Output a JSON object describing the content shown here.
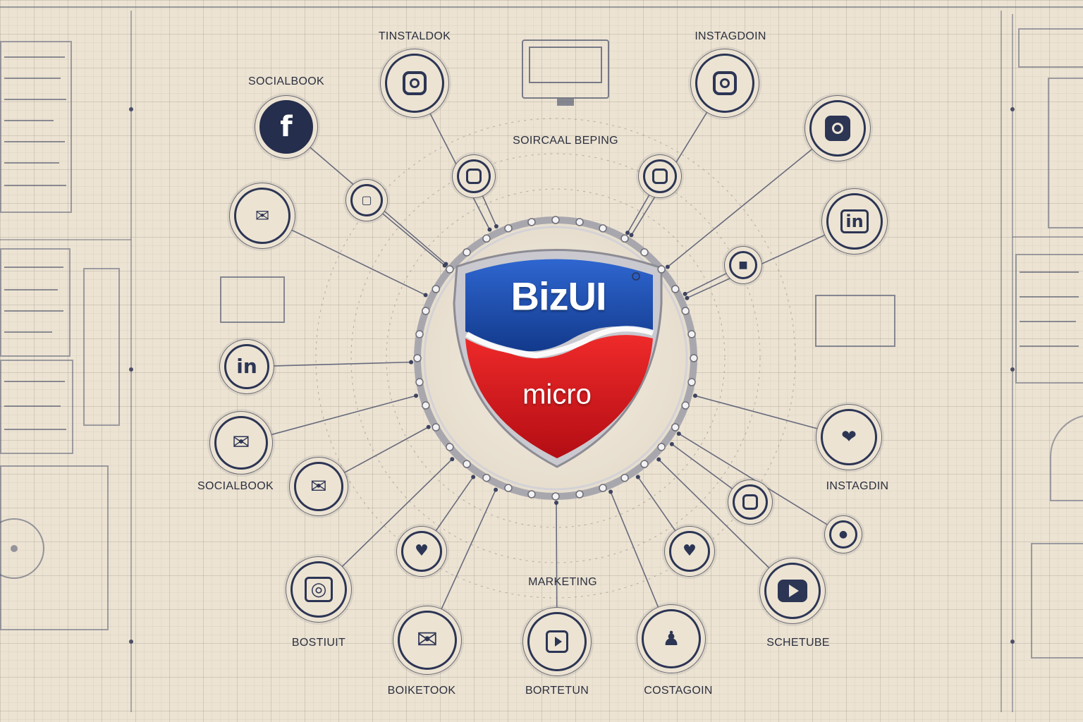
{
  "center": {
    "title": "BizUI",
    "subtitle": "micro",
    "colors": {
      "blue": "#1d4fb0",
      "red": "#d9141c",
      "ring": "#bfbfc4"
    }
  },
  "labels": {
    "top_left_header": "TINSTALDOK",
    "top_right_header": "INSTAGDOIN",
    "left_upper": "SOCIALBOOK",
    "center_top": "SOIRCAAL BEPING",
    "left_lower": "SOCIALBOOK",
    "right_lower": "INSTAGDIN",
    "bottom_center": "MARKETING",
    "bottom_left": "BOSTIUIT",
    "bottom_right": "SCHETUBE",
    "footer_left": "BOIKETOOK",
    "footer_center": "BORTETUN",
    "footer_right": "COSTAGOIN"
  },
  "icons": {
    "facebook": "facebook-icon",
    "instagram": "instagram-icon",
    "linkedin": "linkedin-icon",
    "mail": "mail-icon",
    "heart": "heart-icon",
    "play": "play-icon",
    "monitor": "monitor-icon"
  },
  "colors": {
    "background": "#ece3d3",
    "ink": "#2c3554",
    "node_fill_dark": "#252e4c"
  }
}
